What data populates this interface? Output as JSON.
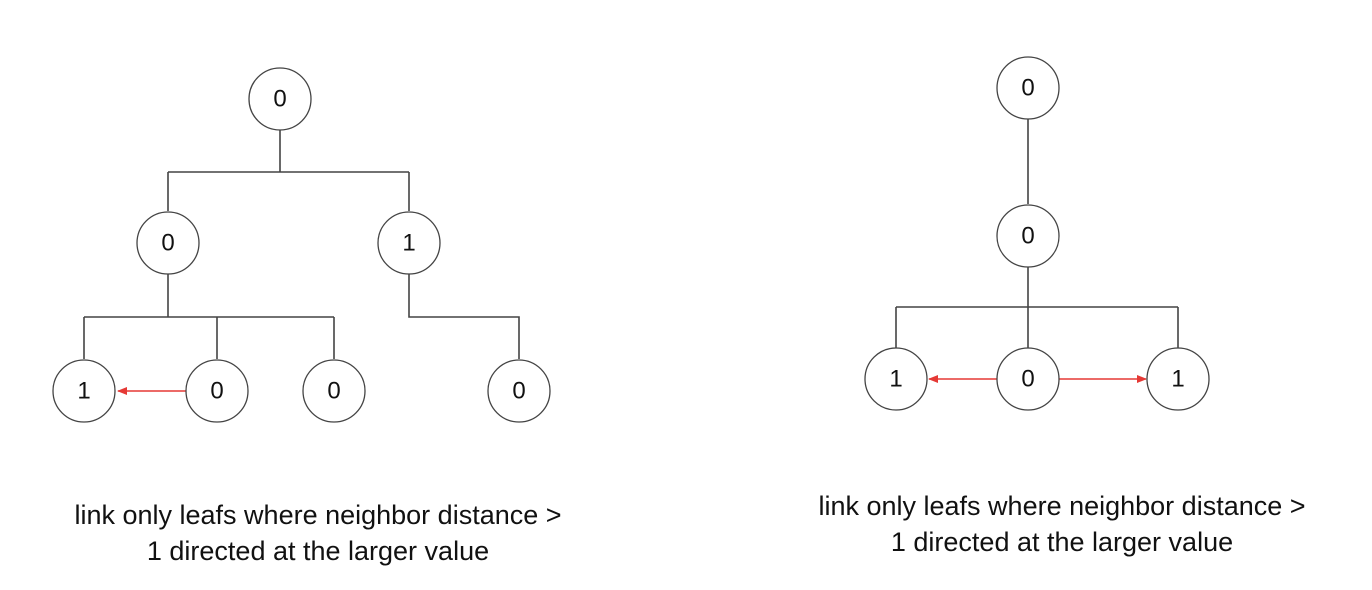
{
  "colors": {
    "node_stroke": "#444444",
    "edge": "#444444",
    "link_arrow": "#e53935",
    "text": "#111111",
    "background": "#ffffff"
  },
  "left_diagram": {
    "nodes": {
      "root": "0",
      "mid_left": "0",
      "mid_right": "1",
      "leaf_1": "1",
      "leaf_2": "0",
      "leaf_3": "0",
      "leaf_4": "0"
    },
    "caption": {
      "line1": "link only leafs where neighbor distance >",
      "line2": "1 directed at the larger value"
    }
  },
  "right_diagram": {
    "nodes": {
      "root": "0",
      "mid": "0",
      "leaf_left": "1",
      "leaf_center": "0",
      "leaf_right": "1"
    },
    "caption": {
      "line1": "link only leafs where neighbor distance >",
      "line2": "1 directed at the larger value"
    }
  }
}
